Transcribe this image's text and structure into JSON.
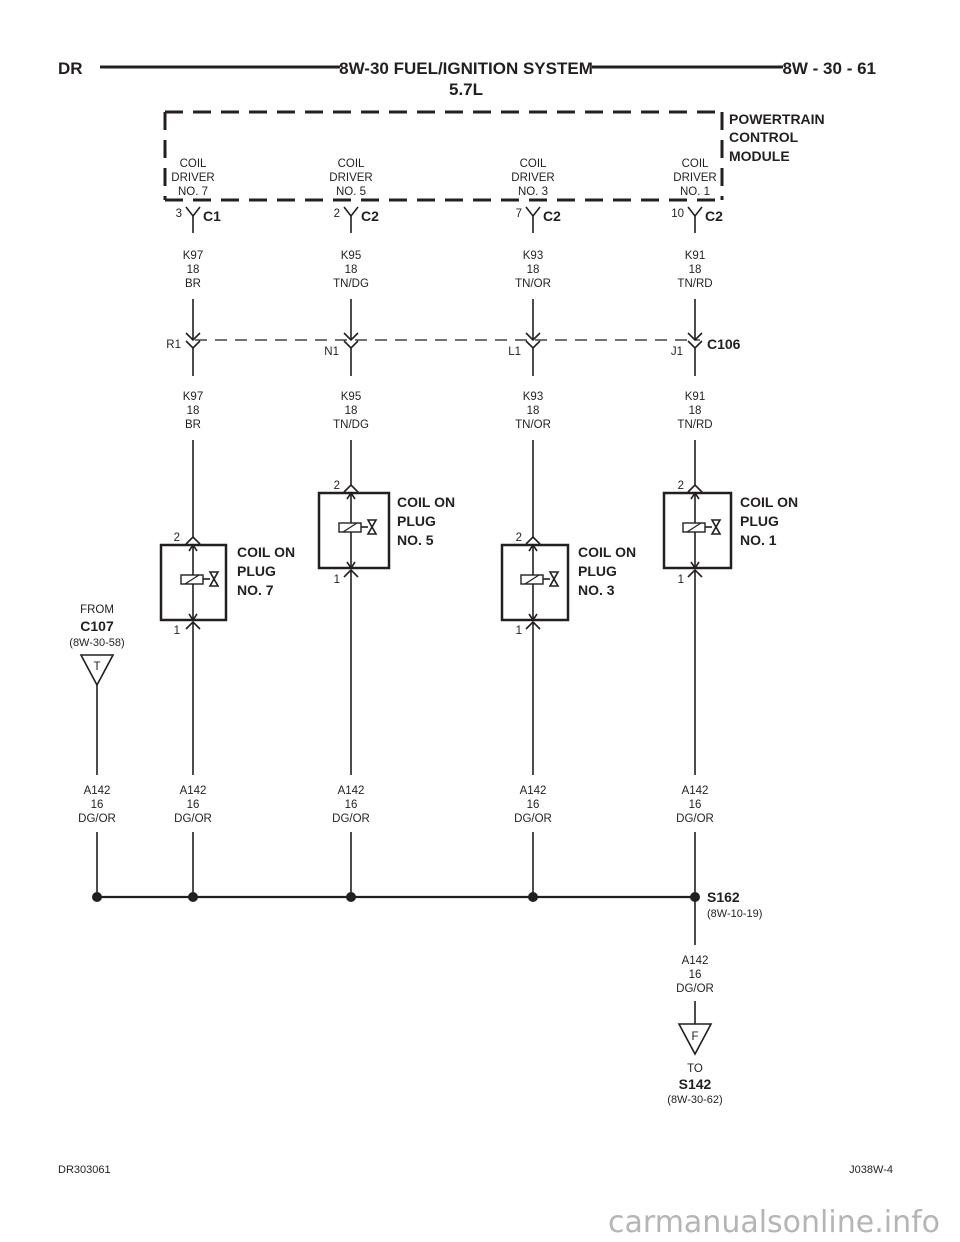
{
  "header": {
    "left": "DR",
    "title": "8W-30 FUEL/IGNITION SYSTEM",
    "subtitle": "5.7L",
    "right": "8W - 30 - 61"
  },
  "pcm": {
    "label": [
      "POWERTRAIN",
      "CONTROL",
      "MODULE"
    ]
  },
  "circuits": [
    {
      "driver": [
        "COIL",
        "DRIVER",
        "NO. 7"
      ],
      "pcm_pin": "3",
      "pcm_conn": "C1",
      "wire_top": [
        "K97",
        "18",
        "BR"
      ],
      "c106_pin": "R1",
      "wire_mid": [
        "K97",
        "18",
        "BR"
      ],
      "coil_label": [
        "COIL ON",
        "PLUG",
        "NO. 7"
      ],
      "coil_pin_top": "2",
      "coil_pin_bottom": "1",
      "wire_bottom": [
        "A142",
        "16",
        "DG/OR"
      ]
    },
    {
      "driver": [
        "COIL",
        "DRIVER",
        "NO. 5"
      ],
      "pcm_pin": "2",
      "pcm_conn": "C2",
      "wire_top": [
        "K95",
        "18",
        "TN/DG"
      ],
      "c106_pin": "N1",
      "wire_mid": [
        "K95",
        "18",
        "TN/DG"
      ],
      "coil_label": [
        "COIL ON",
        "PLUG",
        "NO. 5"
      ],
      "coil_pin_top": "2",
      "coil_pin_bottom": "1",
      "wire_bottom": [
        "A142",
        "16",
        "DG/OR"
      ]
    },
    {
      "driver": [
        "COIL",
        "DRIVER",
        "NO. 3"
      ],
      "pcm_pin": "7",
      "pcm_conn": "C2",
      "wire_top": [
        "K93",
        "18",
        "TN/OR"
      ],
      "c106_pin": "L1",
      "wire_mid": [
        "K93",
        "18",
        "TN/OR"
      ],
      "coil_label": [
        "COIL ON",
        "PLUG",
        "NO. 3"
      ],
      "coil_pin_top": "2",
      "coil_pin_bottom": "1",
      "wire_bottom": [
        "A142",
        "16",
        "DG/OR"
      ]
    },
    {
      "driver": [
        "COIL",
        "DRIVER",
        "NO. 1"
      ],
      "pcm_pin": "10",
      "pcm_conn": "C2",
      "wire_top": [
        "K91",
        "18",
        "TN/RD"
      ],
      "c106_pin": "J1",
      "wire_mid": [
        "K91",
        "18",
        "TN/RD"
      ],
      "coil_label": [
        "COIL ON",
        "PLUG",
        "NO. 1"
      ],
      "coil_pin_top": "2",
      "coil_pin_bottom": "1",
      "wire_bottom": [
        "A142",
        "16",
        "DG/OR"
      ]
    }
  ],
  "c106": {
    "label": "C106"
  },
  "from": {
    "word": "FROM",
    "conn": "C107",
    "ref": "(8W-30-58)",
    "letter": "T",
    "wire": [
      "A142",
      "16",
      "DG/OR"
    ]
  },
  "splice": {
    "label": "S162",
    "ref": "(8W-10-19)"
  },
  "to": {
    "wire": [
      "A142",
      "16",
      "DG/OR"
    ],
    "letter": "F",
    "word": "TO",
    "conn": "S142",
    "ref": "(8W-30-62)"
  },
  "footer": {
    "left": "DR303061",
    "right": "J038W-4"
  },
  "watermark": "carmanualsonline.info"
}
